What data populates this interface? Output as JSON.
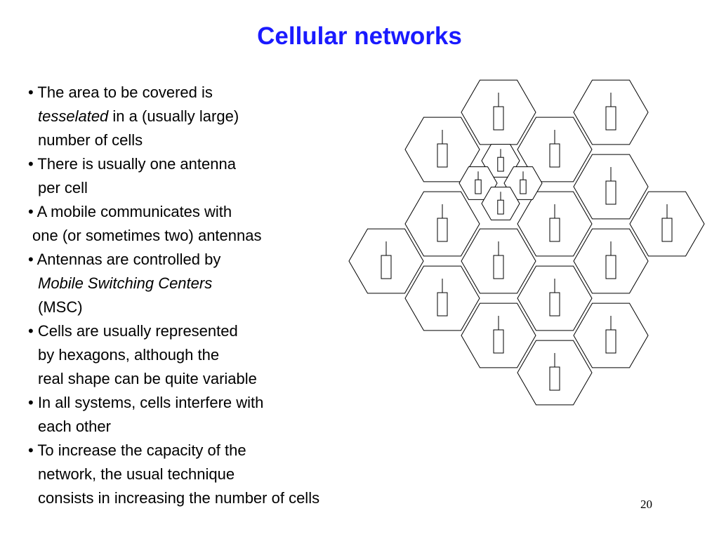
{
  "slide": {
    "title": "Cellular networks",
    "page_number": "20",
    "bullets": [
      {
        "lines": [
          [
            {
              "text": "• The area to be covered is"
            }
          ],
          [
            {
              "text": "tesselated",
              "italic": true
            },
            {
              "text": " in a (usually large)"
            }
          ],
          [
            {
              "text": "number of cells"
            }
          ]
        ]
      },
      {
        "lines": [
          [
            {
              "text": "• There is usually one antenna"
            }
          ],
          [
            {
              "text": "per cell"
            }
          ]
        ]
      },
      {
        "lines": [
          [
            {
              "text": "• A mobile communicates with"
            }
          ],
          [
            {
              "text": "one (or sometimes two) antennas"
            }
          ]
        ]
      },
      {
        "lines": [
          [
            {
              "text": "• Antennas are controlled by"
            }
          ],
          [
            {
              "text": "Mobile Switching Centers",
              "italic": true
            }
          ],
          [
            {
              "text": "(MSC)"
            }
          ]
        ]
      },
      {
        "lines": [
          [
            {
              "text": "• Cells are usually represented"
            }
          ],
          [
            {
              "text": "by hexagons, although the"
            }
          ],
          [
            {
              "text": "real shape can be quite variable"
            }
          ]
        ]
      },
      {
        "lines": [
          [
            {
              "text": "• In all systems, cells interfere with"
            }
          ],
          [
            {
              "text": "each other"
            }
          ]
        ]
      },
      {
        "lines": [
          [
            {
              "text": "• To increase the capacity of the"
            }
          ],
          [
            {
              "text": "network, the usual technique"
            }
          ],
          [
            {
              "text": "consists in increasing the number of cells"
            }
          ]
        ]
      }
    ]
  },
  "diagram": {
    "stroke_color": "#000000",
    "fill_color": "#ffffff",
    "large_cell_count": 16,
    "split_cell_count": 4
  }
}
